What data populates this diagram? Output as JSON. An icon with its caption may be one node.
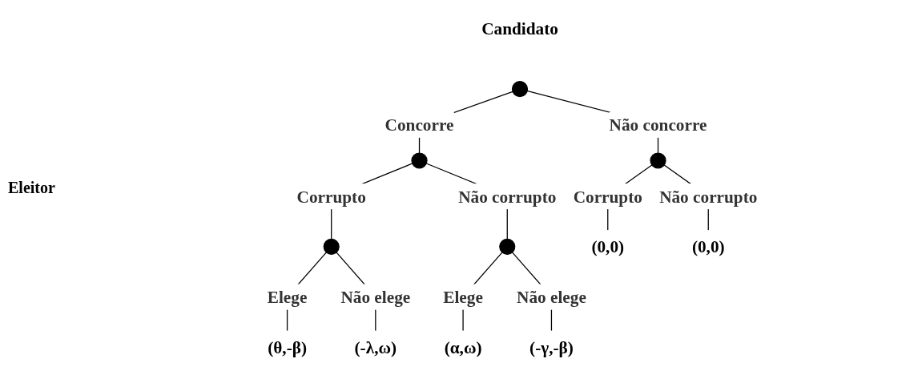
{
  "diagram": {
    "nodes": [
      {
        "text": [],
        "shape": "circle",
        "beside": [
          "Candidato"
        ]
      },
      {
        "text": [],
        "shape": "circle"
      },
      {
        "text": [],
        "shape": "circle"
      },
      {
        "text": [],
        "shape": "circle"
      },
      {
        "text": [],
        "shape": "circle"
      },
      {
        "text": [
          "(0,0)"
        ]
      },
      {
        "text": [
          "(0,0)"
        ]
      },
      {
        "text": [
          "(θ,-β)"
        ]
      },
      {
        "text": [
          "(-λ,ω)"
        ]
      },
      {
        "text": [
          "(α,ω)"
        ]
      },
      {
        "text": [
          "(-γ,-β)"
        ]
      }
    ],
    "edges": [
      {
        "from": 0,
        "to": 1,
        "arrow": "none",
        "label": "Concorre"
      },
      {
        "from": 0,
        "to": 2,
        "arrow": "none",
        "label": "Não concorre"
      },
      {
        "from": 1,
        "to": 3,
        "arrow": "none",
        "label": "Corrupto"
      },
      {
        "from": 1,
        "to": 4,
        "arrow": "none",
        "label": "Não corrupto"
      },
      {
        "from": 2,
        "to": 5,
        "arrow": "none",
        "label": "Corrupto"
      },
      {
        "from": 2,
        "to": 6,
        "arrow": "none",
        "label": "Não corrupto"
      },
      {
        "from": 3,
        "to": 7,
        "arrow": "none",
        "label": "Elege"
      },
      {
        "from": 3,
        "to": 8,
        "arrow": "none",
        "label": "Não elege"
      },
      {
        "from": 4,
        "to": 9,
        "arrow": "none",
        "label": "Elege"
      },
      {
        "from": 4,
        "to": 10,
        "arrow": "none",
        "label": "Não elege"
      }
    ],
    "labels": [
      "Eleitor"
    ]
  }
}
